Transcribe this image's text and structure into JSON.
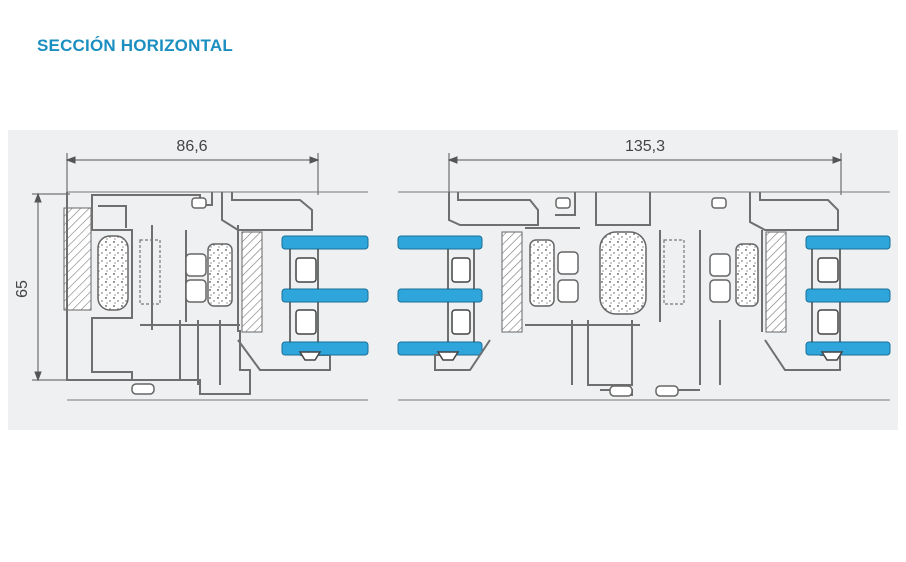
{
  "title": "SECCIÓN HORIZONTAL",
  "dimensions": {
    "left_width": "86,6",
    "right_width": "135,3",
    "depth": "65"
  },
  "colors": {
    "title": "#1b8fbf",
    "glass": "#2ea6dc",
    "profile": "#8c8c8c",
    "panel_bg": "#eff0f1"
  }
}
